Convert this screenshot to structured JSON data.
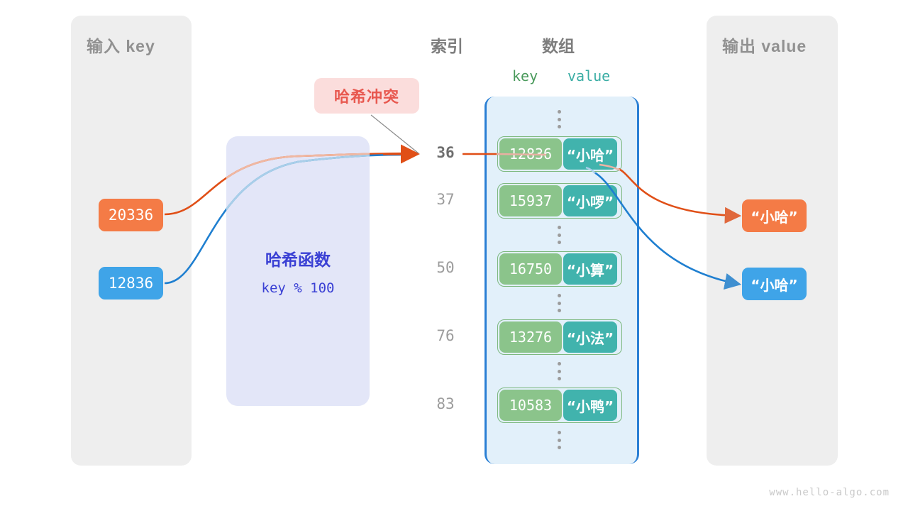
{
  "input_panel": {
    "title": "输入 key"
  },
  "output_panel": {
    "title": "输出 value"
  },
  "headings": {
    "index": "索引",
    "array": "数组",
    "key": "key",
    "value": "value"
  },
  "collision": {
    "label": "哈希冲突",
    "color": "#e8584f",
    "bg": "#fbdddc"
  },
  "hash_function": {
    "title": "哈希函数",
    "formula": "key % 100",
    "color": "#3a40d4",
    "bg": "#e3e6f8"
  },
  "inputs": [
    {
      "value": "20336",
      "color": "#f47b46"
    },
    {
      "value": "12836",
      "color": "#3fa4e8"
    }
  ],
  "outputs": [
    {
      "value": "“小哈”",
      "color": "#f47b46"
    },
    {
      "value": "“小哈”",
      "color": "#3fa4e8"
    }
  ],
  "rows": [
    {
      "kind": "dots"
    },
    {
      "kind": "cell",
      "index": "36",
      "highlight": true,
      "key": "12836",
      "value": "“小哈”"
    },
    {
      "kind": "cell",
      "index": "37",
      "highlight": false,
      "key": "15937",
      "value": "“小啰”"
    },
    {
      "kind": "dots"
    },
    {
      "kind": "cell",
      "index": "50",
      "highlight": false,
      "key": "16750",
      "value": "“小算”"
    },
    {
      "kind": "dots"
    },
    {
      "kind": "cell",
      "index": "76",
      "highlight": false,
      "key": "13276",
      "value": "“小法”"
    },
    {
      "kind": "dots"
    },
    {
      "kind": "cell",
      "index": "83",
      "highlight": false,
      "key": "10583",
      "value": "“小鸭”"
    },
    {
      "kind": "dots"
    }
  ],
  "watermark": "www.hello-algo.com",
  "colors": {
    "panel_bg": "#eeeeee",
    "array_bg": "#e2f0fa",
    "array_border": "#2a7fd4",
    "cell_key_bg": "#8bc48b",
    "cell_value_bg": "#41b3ad",
    "cell_border": "#7cb87e",
    "orange_curve": "#e04f17",
    "blue_curve": "#1f7fd0",
    "index_text": "#9c9c9c",
    "index_text_hl": "#6e6e6e"
  }
}
